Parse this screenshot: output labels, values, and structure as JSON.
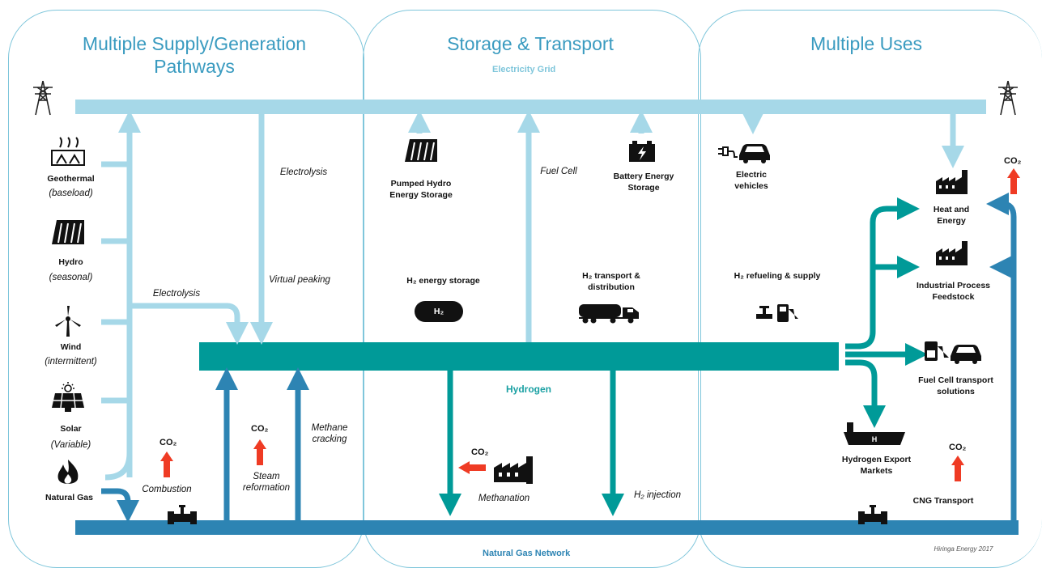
{
  "panels": {
    "supply_title": "Multiple Supply/Generation Pathways",
    "storage_title": "Storage & Transport",
    "uses_title": "Multiple Uses"
  },
  "networks": {
    "grid": "Electricity Grid",
    "hydrogen": "Hydrogen",
    "gas": "Natural Gas Network"
  },
  "sources": [
    {
      "name": "Geothermal",
      "note": "(baseload)"
    },
    {
      "name": "Hydro",
      "note": "(seasonal)"
    },
    {
      "name": "Wind",
      "note": "(intermittent)"
    },
    {
      "name": "Solar",
      "note": "(Variable)"
    },
    {
      "name": "Natural Gas",
      "note": ""
    }
  ],
  "processes": {
    "electrolysis1": "Electrolysis",
    "electrolysis2": "Electrolysis",
    "virtual_peaking": "Virtual peaking",
    "combustion": "Combustion",
    "steam": "Steam reformation",
    "methane": "Methane cracking",
    "fuel_cell": "Fuel Cell",
    "methanation": "Methanation",
    "injection": "H₂ injection"
  },
  "storage": {
    "pumped": "Pumped Hydro Energy Storage",
    "battery": "Battery Energy Storage",
    "h2_storage": "H₂ energy storage",
    "h2_transport": "H₂ transport & distribution",
    "h2_refuel": "H₂ refueling & supply"
  },
  "uses": {
    "ev": "Electric vehicles",
    "heat": "Heat and Energy",
    "industrial": "Industrial Process Feedstock",
    "fuel_cell_transport": "Fuel Cell transport solutions",
    "export": "Hydrogen Export Markets",
    "cng": "CNG Transport"
  },
  "co2": "CO₂",
  "tank_label": "H₂",
  "ship_label": "H",
  "credit": "Hiringa Energy 2017",
  "colors": {
    "grid": "#a6d8e8",
    "hydrogen": "#009a98",
    "gas": "#2d84b3",
    "title": "#3a9bc0",
    "co2_arrow": "#ef3b24"
  }
}
